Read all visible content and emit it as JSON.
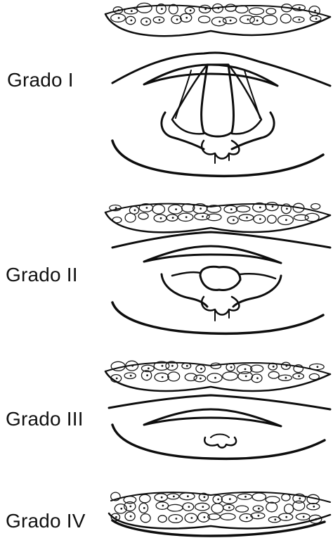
{
  "grades": [
    {
      "label": "Grado I"
    },
    {
      "label": "Grado II"
    },
    {
      "label": "Grado III"
    },
    {
      "label": "Grado IV"
    }
  ],
  "colors": {
    "ink": "#0d0d0d",
    "glottis_fill": "#3c3c3c",
    "background": "#ffffff"
  }
}
